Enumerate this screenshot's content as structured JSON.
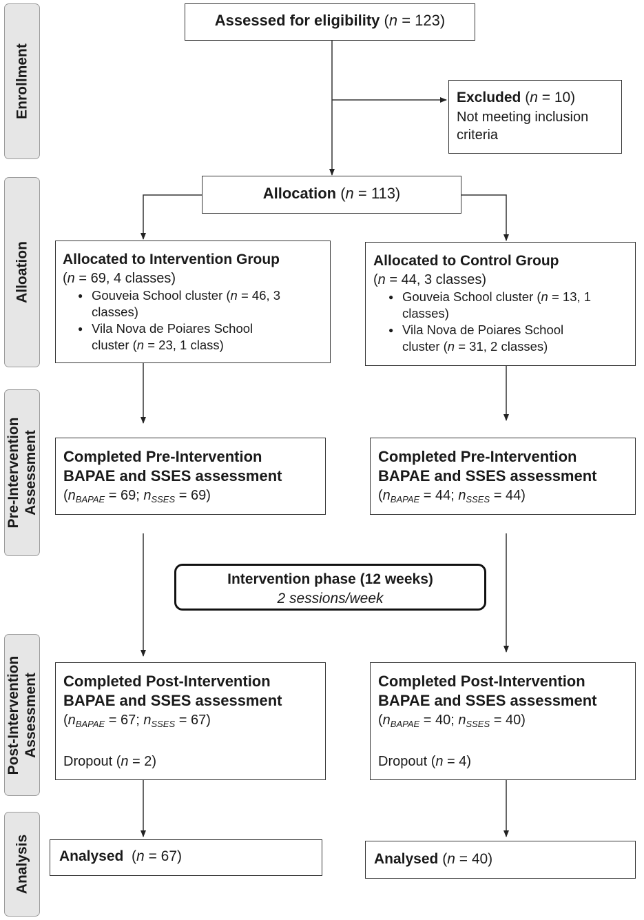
{
  "sidebar": {
    "enrollment": "Enrollment",
    "allocation": "Alloation",
    "pre_line1": "Pre-Intervention",
    "pre_line2": "Assessment",
    "post_line1": "Post-Intervention",
    "post_line2": "Assessment",
    "analysis": "Analysis"
  },
  "assessed": {
    "label": "Assessed for eligibility",
    "n_open": "(",
    "n": "n",
    "n_value": " = 123)"
  },
  "excluded": {
    "label": "Excluded",
    "n_open": " (",
    "n": "n",
    "n_value": " = 10)",
    "line2": "Not meeting inclusion",
    "line3": "criteria"
  },
  "allocation": {
    "label": "Allocation",
    "n_open": " (",
    "n": "n",
    "n_value": " = 113)"
  },
  "intervention_group": {
    "title": "Allocated to Intervention Group",
    "subtitle_open": "(",
    "subtitle_n": "n",
    "subtitle_rest": " = 69, 4 classes)",
    "item1_a": "Gouveia School cluster (",
    "item1_n": "n",
    "item1_b": " = 46, 3",
    "item1_c": "classes)",
    "item2_a": "Vila Nova de Poiares School",
    "item2_b": "cluster (",
    "item2_n": "n",
    "item2_c": " = 23, 1 class)"
  },
  "control_group": {
    "title": "Allocated to Control Group",
    "subtitle_open": "(",
    "subtitle_n": "n",
    "subtitle_rest": " = 44, 3 classes)",
    "item1_a": "Gouveia School cluster (",
    "item1_n": "n",
    "item1_b": " = 13, 1",
    "item1_c": "classes)",
    "item2_a": "Vila Nova de Poiares School",
    "item2_b": "cluster (",
    "item2_n": "n",
    "item2_c": " = 31, 2 classes)"
  },
  "pre_left": {
    "line1": "Completed Pre-Intervention",
    "line2": "BAPAE and SSES assessment",
    "open": "(",
    "n": "n",
    "sub1": "BAPAE",
    "v1": " = 69; ",
    "n2": "n",
    "sub2": "SSES",
    "v2": " = 69)"
  },
  "pre_right": {
    "line1": "Completed Pre-Intervention",
    "line2": "BAPAE and SSES assessment",
    "open": "(",
    "n": "n",
    "sub1": "BAPAE",
    "v1": " = 44; ",
    "n2": "n",
    "sub2": "SSES",
    "v2": " = 44)"
  },
  "phase": {
    "line1": "Intervention phase (12 weeks)",
    "line2": "2 sessions/week"
  },
  "post_left": {
    "line1": "Completed Post-Intervention",
    "line2": "BAPAE and SSES assessment",
    "open": "(",
    "n": "n",
    "sub1": "BAPAE",
    "v1": " = 67; ",
    "n2": "n",
    "sub2": "SSES",
    "v2": " = 67)",
    "dropout": "Dropout (",
    "dropout_n": "n",
    "dropout_v": " = 2)"
  },
  "post_right": {
    "line1": "Completed Post-Intervention",
    "line2": "BAPAE and SSES assessment",
    "open": "(",
    "n": "n",
    "sub1": "BAPAE",
    "v1": " = 40; ",
    "n2": "n",
    "sub2": "SSES",
    "v2": " = 40)",
    "dropout": "Dropout (",
    "dropout_n": "n",
    "dropout_v": " = 4)"
  },
  "analysed_left": {
    "label": "Analysed",
    "open": "  (",
    "n": "n",
    "v": " = 67)"
  },
  "analysed_right": {
    "label": "Analysed",
    "open": " (",
    "n": "n",
    "v": " = 40)"
  }
}
